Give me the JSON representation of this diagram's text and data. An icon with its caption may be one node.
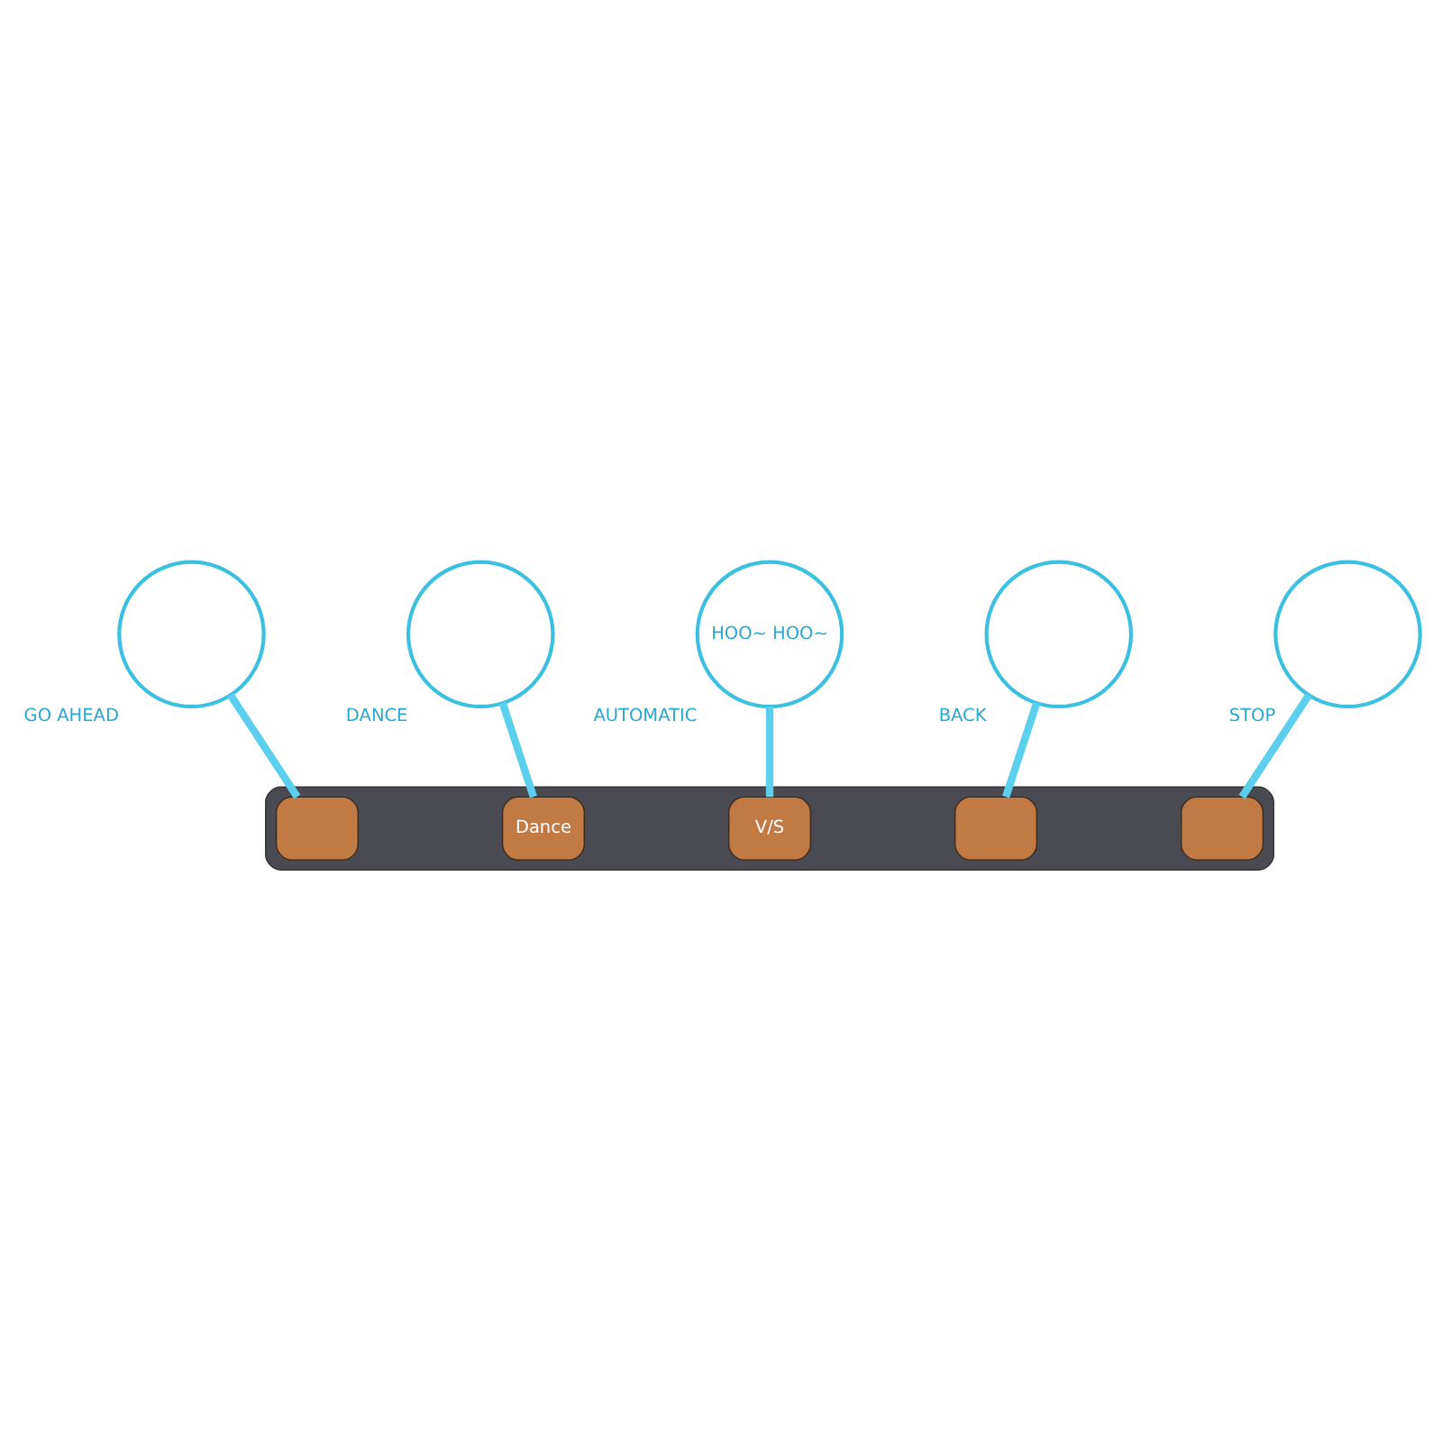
{
  "diagram": {
    "nodes": [
      {
        "text": [],
        "shape": "picture"
      },
      {
        "text": [],
        "shape": "box",
        "in": 0
      },
      {
        "text": [
          "Dance"
        ],
        "in": 0
      },
      {
        "text": [
          "V/S"
        ],
        "in": 0
      },
      {
        "text": [],
        "shape": "box",
        "in": 0
      },
      {
        "text": [],
        "shape": "box",
        "in": 0
      },
      {
        "text": [],
        "shape": "circle",
        "beside": [
          "GO AHEAD"
        ]
      },
      {
        "text": [],
        "shape": "circle",
        "beside": [
          "DANCE"
        ]
      },
      {
        "text": [
          "HOO~ HOO~"
        ],
        "beside": [
          "AUTOMATIC"
        ]
      },
      {
        "text": [],
        "shape": "circle",
        "beside": [
          "BACK"
        ]
      },
      {
        "text": [],
        "shape": "circle",
        "beside": [
          "STOP"
        ]
      }
    ],
    "edges": [
      {
        "from": 1,
        "to": 6,
        "arrow": "none"
      },
      {
        "from": 2,
        "to": 7,
        "arrow": "none"
      },
      {
        "from": 3,
        "to": 8,
        "arrow": "none"
      },
      {
        "from": 4,
        "to": 9,
        "arrow": "none"
      },
      {
        "from": 5,
        "to": 10,
        "arrow": "none"
      }
    ]
  }
}
